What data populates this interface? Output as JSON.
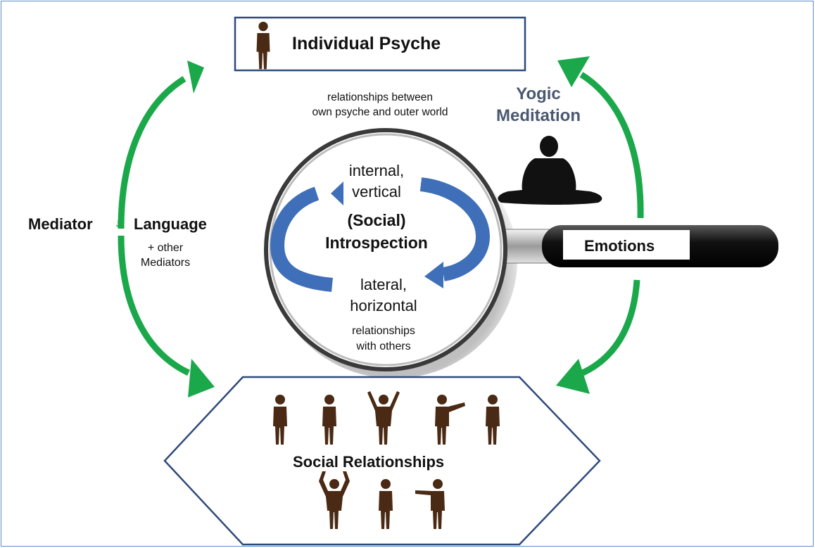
{
  "psyche_label": "Individual Psyche",
  "relationships_top": [
    "relationships between",
    "own psyche and outer world"
  ],
  "yogic": [
    "Yogic",
    "Meditation"
  ],
  "mediator": "Mediator",
  "language": "Language",
  "other_mediators": [
    "+ other",
    "Mediators"
  ],
  "internal": [
    "internal,",
    "vertical"
  ],
  "introspection": [
    "(Social)",
    "Introspection"
  ],
  "lateral": [
    "lateral,",
    "horizontal"
  ],
  "relationships_bottom": [
    "relationships",
    "with others"
  ],
  "emotions": "Emotions",
  "social_label": "Social Relationships",
  "colors": {
    "frame": "#5b8cc7",
    "box_border": "#2e4a7a",
    "green": "#1aa84a",
    "blue_arrow": "#3e6fb8",
    "figure": "#4a2a14",
    "yogic_text": "#4a5870"
  }
}
